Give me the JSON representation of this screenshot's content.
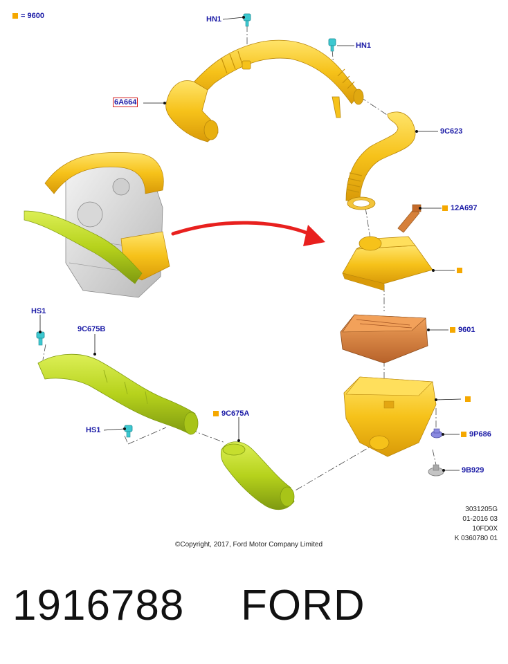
{
  "legend": {
    "text": "= 9600",
    "color": "#f5a800"
  },
  "labels": {
    "hn1_top": "HN1",
    "hn1_right": "HN1",
    "part_6a664": "6A664",
    "part_9c623": "9C623",
    "part_12a697": "12A697",
    "part_9601": "9601",
    "hs1_top": "HS1",
    "part_9c675b": "9C675B",
    "hs1_bottom": "HS1",
    "part_9c675a": "9C675A",
    "part_9p686": "9P686",
    "part_9b929": "9B929"
  },
  "meta": {
    "line1": "3031205G",
    "line2": "01-2016 03",
    "line3": "10FD0X",
    "line4": "K 0360780 01"
  },
  "copyright": "©Copyright, 2017, Ford Motor Company Limited",
  "footer": {
    "part_number": "1916788",
    "brand": "FORD"
  },
  "colors": {
    "yellow_part": "#f6c21a",
    "yellow_shade": "#d99a08",
    "green_part": "#b6d21c",
    "green_shade": "#7f9a10",
    "filter": "#d9813a",
    "arrow": "#e8201e",
    "fastener": "#3cc8d0"
  }
}
